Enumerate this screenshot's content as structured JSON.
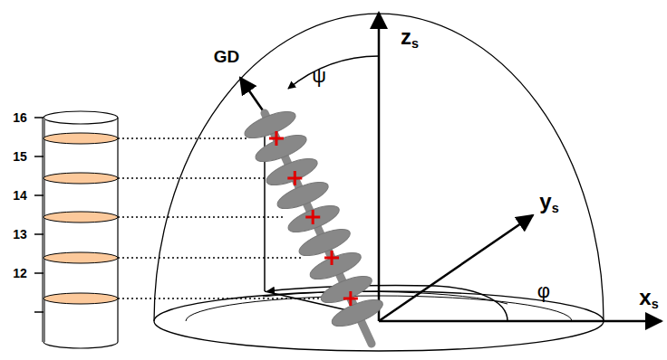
{
  "diagram": {
    "labels": [
      "16",
      "15",
      "14",
      "13",
      "12",
      "GD",
      "ψ",
      "zs",
      "ys",
      "xs",
      "φ"
    ]
  }
}
